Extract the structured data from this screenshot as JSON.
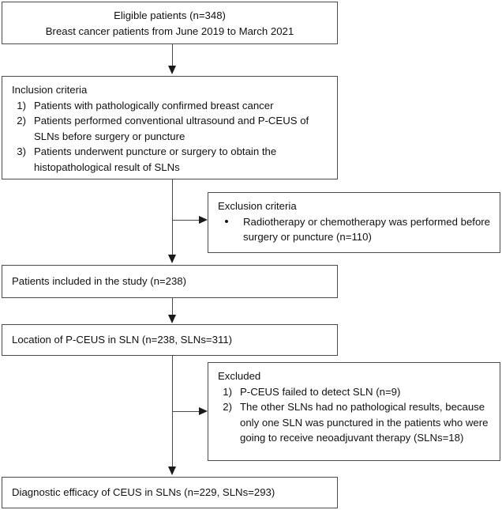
{
  "figure": {
    "type": "flowchart",
    "orientation": "top-to-bottom with right-side exclusion branches",
    "nodes": {
      "eligible": {
        "line1": "Eligible patients (n=348)",
        "line2": "Breast cancer patients from June 2019 to March 2021"
      },
      "inclusion": {
        "heading": "Inclusion criteria",
        "items": [
          {
            "marker": "1)",
            "text": "Patients with pathologically confirmed breast cancer"
          },
          {
            "marker": "2)",
            "text": "Patients performed conventional ultrasound and P-CEUS of SLNs before surgery or puncture"
          },
          {
            "marker": "3)",
            "text": "Patients underwent puncture or surgery to obtain the histopathological result of SLNs"
          }
        ]
      },
      "exclusion": {
        "heading": "Exclusion criteria",
        "items": [
          {
            "marker": "•",
            "text": "Radiotherapy or chemotherapy was performed before surgery or puncture (n=110)"
          }
        ]
      },
      "included": {
        "text": "Patients included in the study (n=238)"
      },
      "location": {
        "text": "Location of P-CEUS in SLN (n=238, SLNs=311)"
      },
      "excluded": {
        "heading": "Excluded",
        "items": [
          {
            "marker": "1)",
            "text": "P-CEUS failed to detect SLN (n=9)"
          },
          {
            "marker": "2)",
            "text": "The other SLNs had no pathological results, because only one SLN was punctured in the patients who were going to receive neoadjuvant therapy (SLNs=18)"
          }
        ]
      },
      "diagnostic": {
        "text": "Diagnostic efficacy of CEUS in SLNs (n=229, SLNs=293)"
      }
    },
    "colors": {
      "box_border": "#4a4a4a",
      "connector": "#4a4a4a",
      "arrowhead": "#1a1a1a",
      "text": "#111111",
      "background": "#ffffff"
    }
  }
}
